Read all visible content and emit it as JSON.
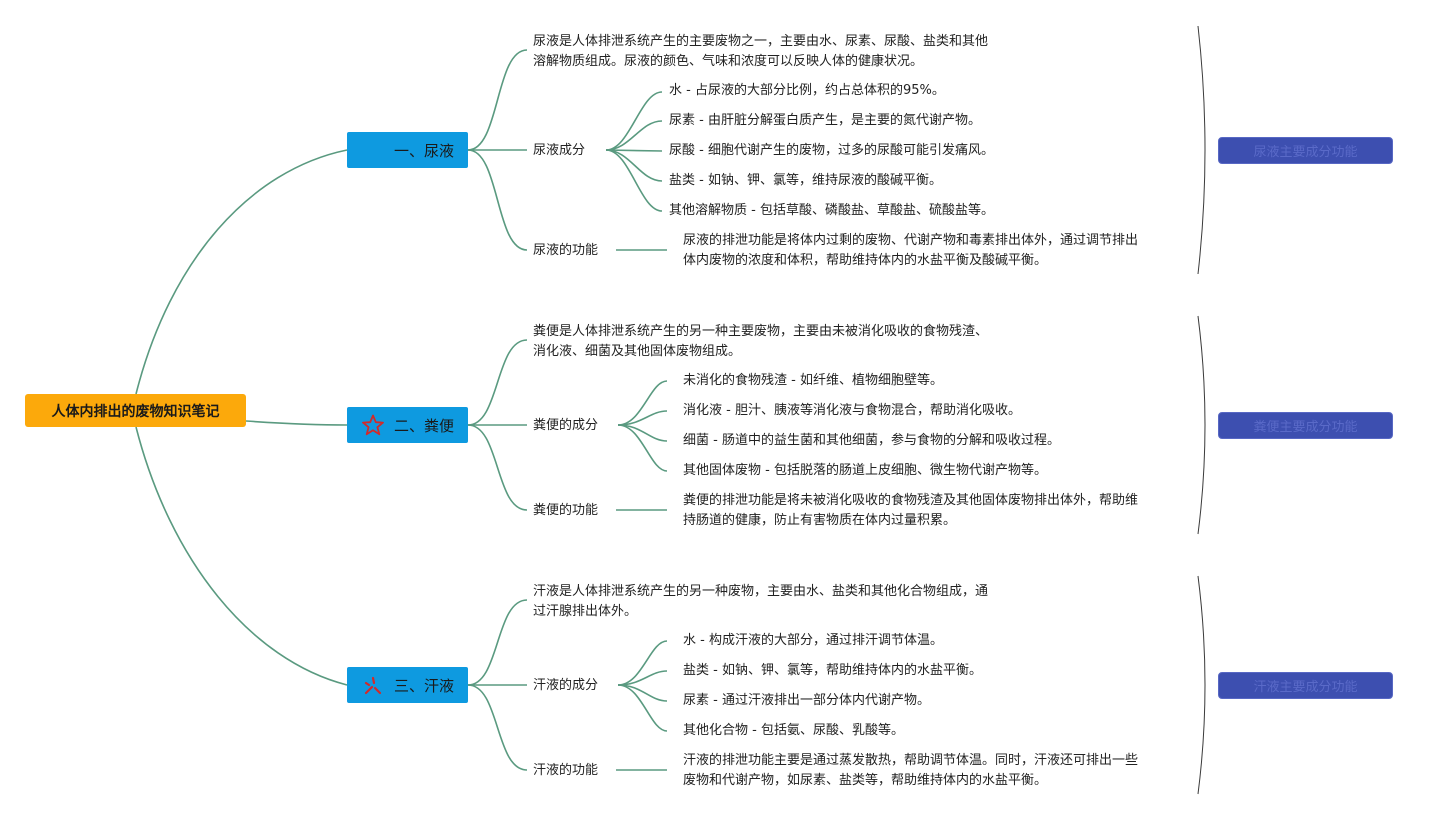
{
  "root": {
    "title": "人体内排出的废物知识笔记"
  },
  "branches": [
    {
      "label": "一、尿液",
      "icon": "none",
      "intro": [
        "尿液是人体排泄系统产生的主要废物之一，主要由水、尿素、尿酸、盐类和其他",
        "溶解物质组成。尿液的颜色、气味和浓度可以反映人体的健康状况。"
      ],
      "components_label": "尿液成分",
      "components": [
        "水 - 占尿液的大部分比例，约占总体积的95%。",
        "尿素 - 由肝脏分解蛋白质产生，是主要的氮代谢产物。",
        "尿酸 - 细胞代谢产生的废物，过多的尿酸可能引发痛风。",
        "盐类 - 如钠、钾、氯等，维持尿液的酸碱平衡。",
        "其他溶解物质 - 包括草酸、磷酸盐、草酸盐、硫酸盐等。"
      ],
      "function_label": "尿液的功能",
      "function_text": [
        "尿液的排泄功能是将体内过剩的废物、代谢产物和毒素排出体外，通过调节排出",
        "体内废物的浓度和体积，帮助维持体内的水盐平衡及酸碱平衡。"
      ],
      "summary": "尿液主要成分功能"
    },
    {
      "label": "二、粪便",
      "icon": "star-icon",
      "intro": [
        "粪便是人体排泄系统产生的另一种主要废物，主要由未被消化吸收的食物残渣、",
        "消化液、细菌及其他固体废物组成。"
      ],
      "components_label": "粪便的成分",
      "components": [
        "未消化的食物残渣 - 如纤维、植物细胞壁等。",
        "消化液 - 胆汁、胰液等消化液与食物混合，帮助消化吸收。",
        "细菌 - 肠道中的益生菌和其他细菌，参与食物的分解和吸收过程。",
        "其他固体废物 - 包括脱落的肠道上皮细胞、微生物代谢产物等。"
      ],
      "function_label": "粪便的功能",
      "function_text": [
        "粪便的排泄功能是将未被消化吸收的食物残渣及其他固体废物排出体外，帮助维",
        "持肠道的健康，防止有害物质在体内过量积累。"
      ],
      "summary": "粪便主要成分功能"
    },
    {
      "label": "三、汗液",
      "icon": "sparkle-icon",
      "intro": [
        "汗液是人体排泄系统产生的另一种废物，主要由水、盐类和其他化合物组成，通",
        "过汗腺排出体外。"
      ],
      "components_label": "汗液的成分",
      "components": [
        "水 - 构成汗液的大部分，通过排汗调节体温。",
        "盐类 - 如钠、钾、氯等，帮助维持体内的水盐平衡。",
        "尿素 - 通过汗液排出一部分体内代谢产物。",
        "其他化合物 - 包括氨、尿酸、乳酸等。"
      ],
      "function_label": "汗液的功能",
      "function_text": [
        "汗液的排泄功能主要是通过蒸发散热，帮助调节体温。同时，汗液还可排出一些",
        "废物和代谢产物，如尿素、盐类等，帮助维持体内的水盐平衡。"
      ],
      "summary": "汗液主要成分功能"
    }
  ],
  "colors": {
    "root": "#fca90b",
    "branch": "#0e9ae0",
    "line": "#5a9a80",
    "summary": "#3d4fb0",
    "bracket": "#3a3a3a"
  }
}
